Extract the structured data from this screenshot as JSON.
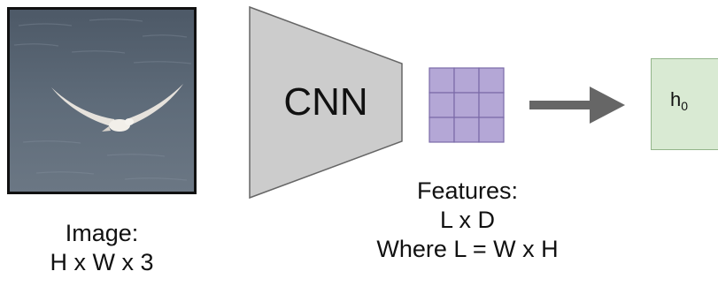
{
  "image_caption": {
    "line1": "Image:",
    "line2": "H x W x 3"
  },
  "cnn": {
    "label": "CNN",
    "fill": "#cccccc",
    "stroke": "#666666"
  },
  "features_caption": {
    "line1": "Features:",
    "line2": "L x D",
    "line3": "Where L = W x H"
  },
  "feature_grid": {
    "rows": 3,
    "cols": 3,
    "fill": "#b4a7d6",
    "stroke": "#7a6aa8"
  },
  "arrow": {
    "color": "#666666"
  },
  "hidden_state": {
    "symbol": "h",
    "subscript": "0",
    "fill": "#d9ead3"
  }
}
